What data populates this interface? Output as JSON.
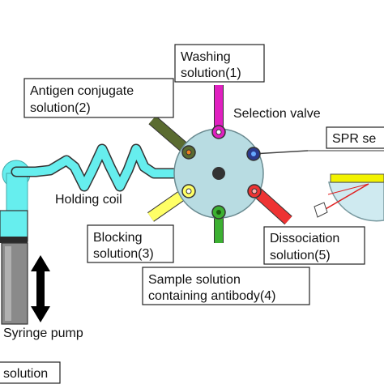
{
  "diagram": {
    "labels": {
      "washing": [
        "Washing",
        "solution(1)"
      ],
      "antigen": [
        "Antigen conjugate",
        "solution(2)"
      ],
      "selection_valve": "Selection valve",
      "spr": "SPR se",
      "holding_coil": "Holding coil",
      "blocking": [
        "Blocking",
        "solution(3)"
      ],
      "dissociation": [
        "Dissociation",
        "solution(5)"
      ],
      "sample": [
        "Sample solution",
        "containing antibody(4)"
      ],
      "syringe_pump": "Syringe pump",
      "bottom_solution": "solution"
    },
    "colors": {
      "washing": "#e020c0",
      "antigen": "#5a6b30",
      "blocking": "#ffff66",
      "sample": "#3cb032",
      "dissociation": "#ee3333",
      "spr_port": "#2b3a8c",
      "coil": "#66eeee",
      "valve": "#b8dce2"
    }
  }
}
